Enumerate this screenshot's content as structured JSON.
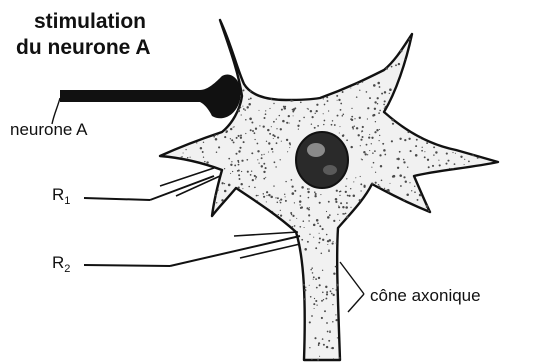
{
  "title_lines": [
    "stimulation",
    "du neurone A"
  ],
  "labels": {
    "neurone_a": "neurone A",
    "r1": "R",
    "r1_sub": "1",
    "r2": "R",
    "r2_sub": "2",
    "cone_axonique": "cône axonique"
  },
  "colors": {
    "ink": "#111111",
    "paper": "#ffffff",
    "cell_fill": "#f1f1f1"
  }
}
